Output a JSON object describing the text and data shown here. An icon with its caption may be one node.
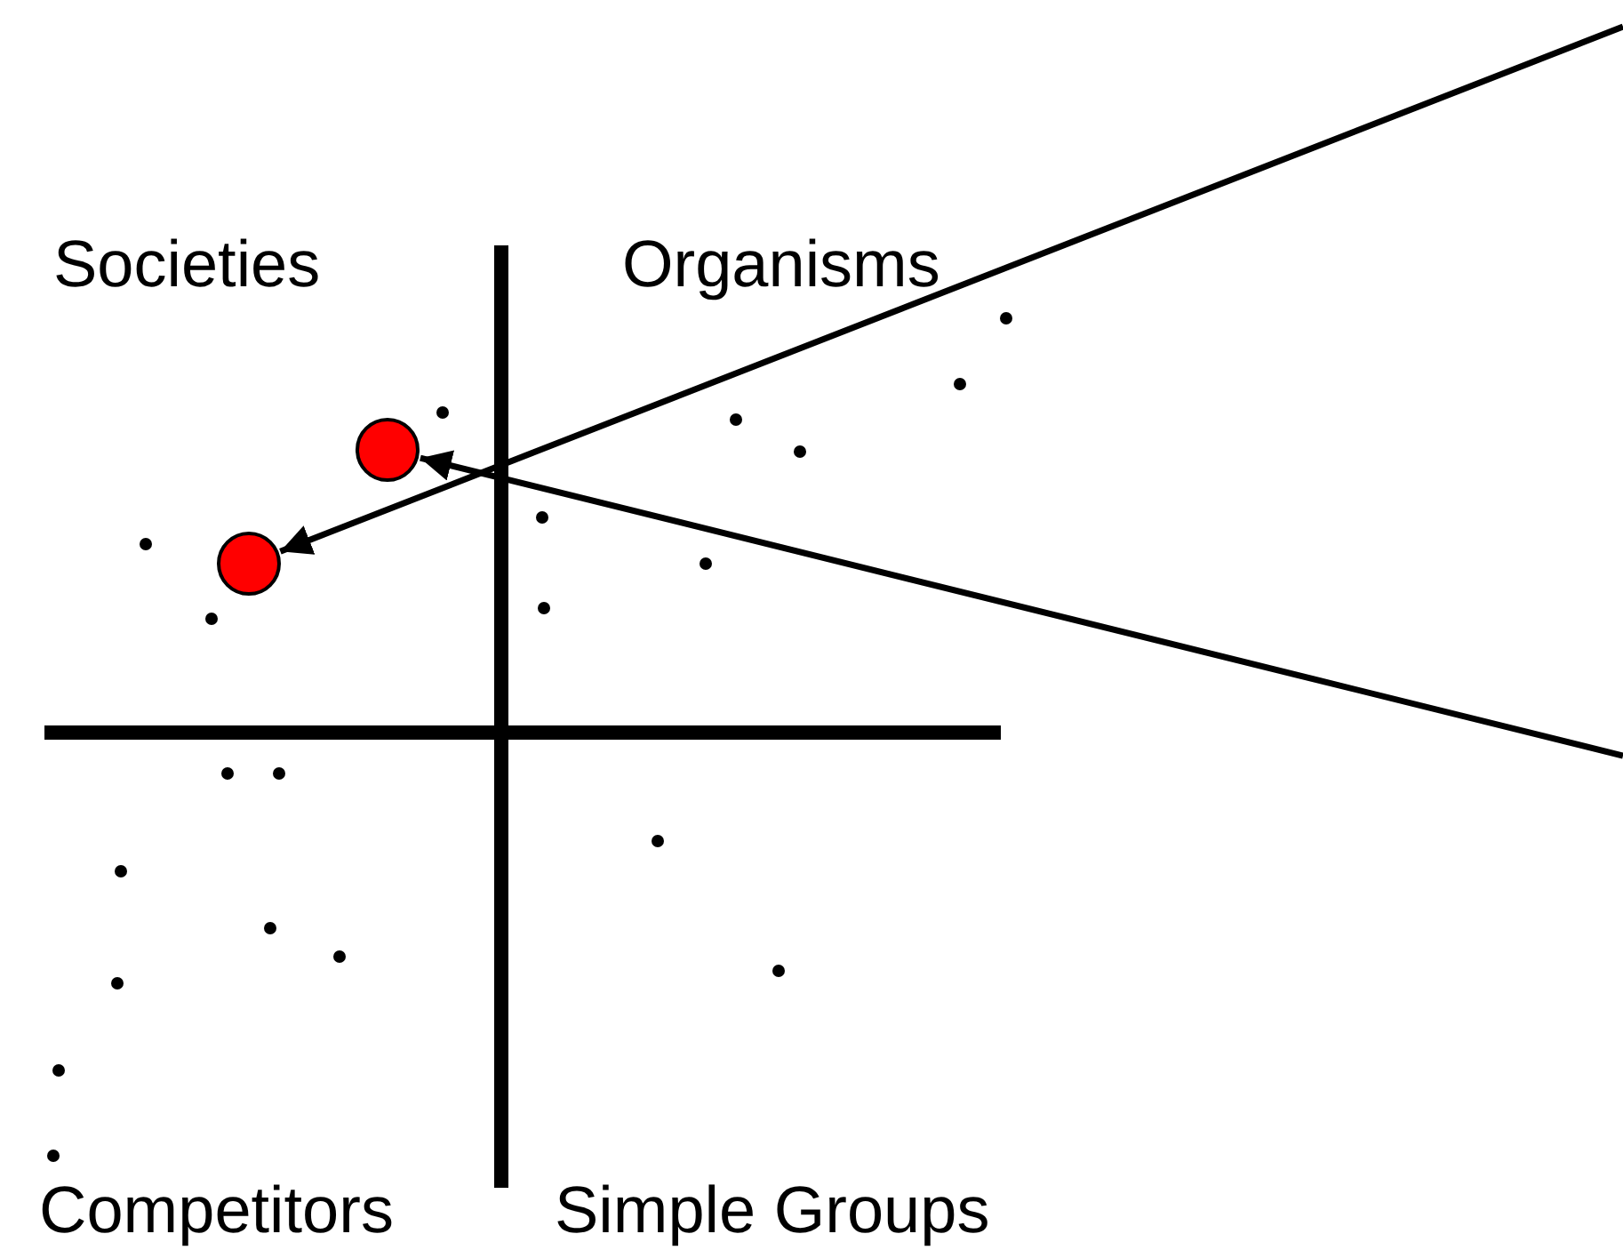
{
  "diagram": {
    "nodes": [
      {
        "text": [],
        "shape": "circle"
      },
      {
        "text": [],
        "shape": "circle"
      }
    ],
    "edges": [
      {
        "from": null,
        "to": 1,
        "arrow": "to"
      },
      {
        "from": null,
        "to": 0,
        "arrow": "to"
      }
    ],
    "labels": [
      "Societies",
      "Organisms",
      "Competitors",
      "Simple Groups"
    ]
  }
}
